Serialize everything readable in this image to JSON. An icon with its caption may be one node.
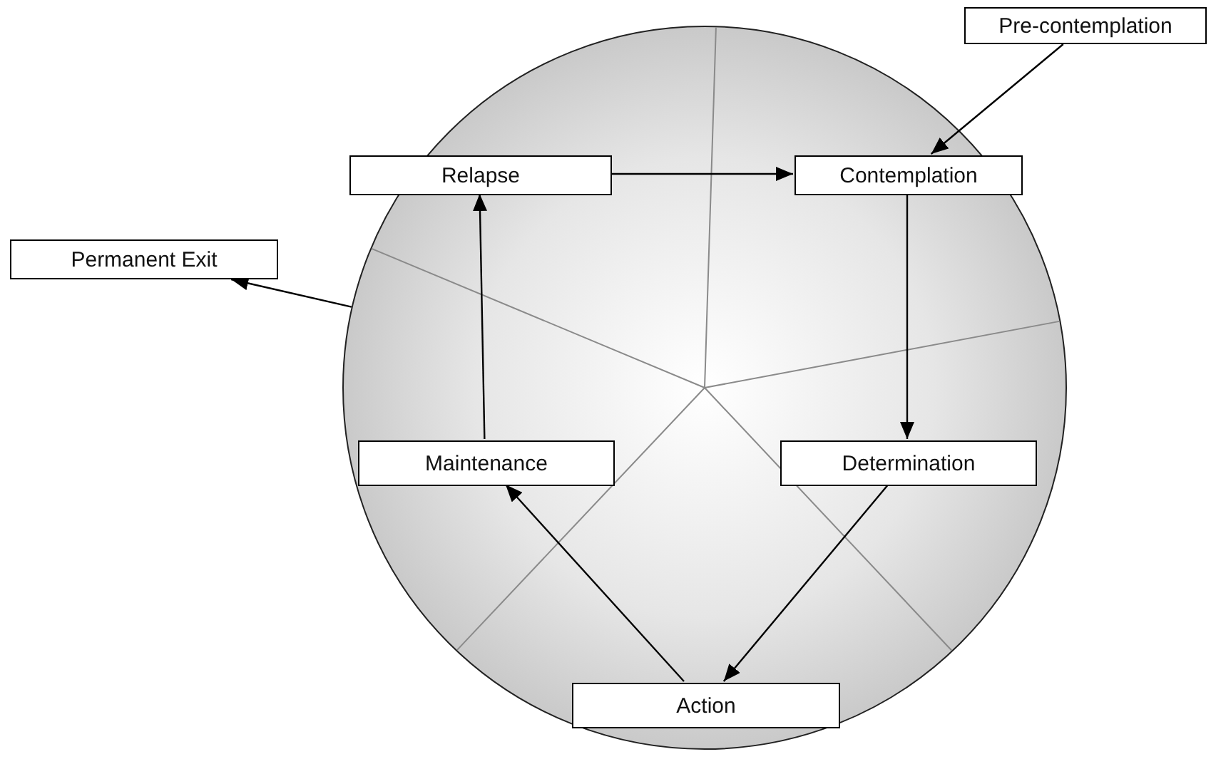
{
  "diagram": {
    "nodes": [
      {
        "text": [
          "Pre-contemplation"
        ]
      },
      {
        "text": [],
        "shape": "circle"
      },
      {
        "text": [
          "Relapse"
        ],
        "in": 1
      },
      {
        "text": [
          "Contemplation"
        ],
        "in": 1
      },
      {
        "text": [
          "Permanent Exit"
        ]
      },
      {
        "text": [
          "Maintenance"
        ],
        "in": 1
      },
      {
        "text": [
          "Determination"
        ],
        "in": 1
      },
      {
        "text": [
          "Action"
        ],
        "in": 1
      }
    ],
    "edges": [
      {
        "from": 0,
        "to": 3,
        "arrow": "to"
      },
      {
        "from": 3,
        "to": 6,
        "arrow": "to"
      },
      {
        "from": 6,
        "to": 7,
        "arrow": "to"
      },
      {
        "from": 7,
        "to": 5,
        "arrow": "to"
      },
      {
        "from": 5,
        "to": 2,
        "arrow": "to"
      },
      {
        "from": 2,
        "to": 3,
        "arrow": "to"
      },
      {
        "from": 1,
        "to": 4,
        "arrow": "to"
      }
    ]
  }
}
